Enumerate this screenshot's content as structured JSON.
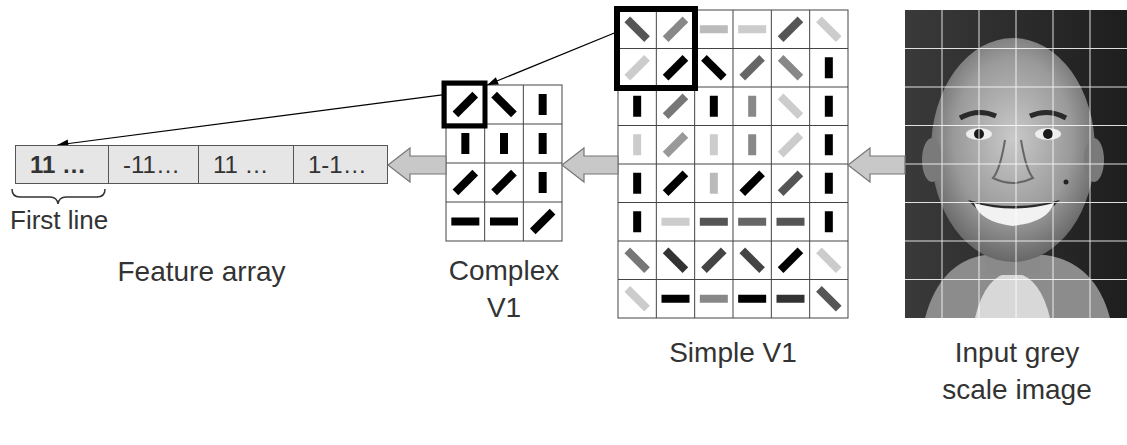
{
  "diagram": {
    "nodes": [
      {
        "text": [
          "Feature array"
        ]
      },
      {
        "text": [
          "11 …"
        ],
        "in": 0
      },
      {
        "text": [
          "-11…"
        ],
        "in": 0
      },
      {
        "text": [
          "11 …"
        ],
        "in": 0
      },
      {
        "text": [
          "1-1…"
        ],
        "in": 0
      },
      {
        "text": [
          "Complex V1"
        ]
      },
      {
        "text": [
          "Simple V1"
        ]
      },
      {
        "text": [
          "Input grey scale image"
        ]
      }
    ],
    "edges": [
      {
        "from": 7,
        "to": 6,
        "arrow": "to"
      },
      {
        "from": 6,
        "to": 5,
        "arrow": "to"
      },
      {
        "from": 5,
        "to": 0,
        "arrow": "to"
      },
      {
        "from": 6,
        "to": 5,
        "arrow": "to"
      },
      {
        "from": 5,
        "to": 1,
        "arrow": "to"
      }
    ],
    "labels": [
      "First line"
    ]
  }
}
